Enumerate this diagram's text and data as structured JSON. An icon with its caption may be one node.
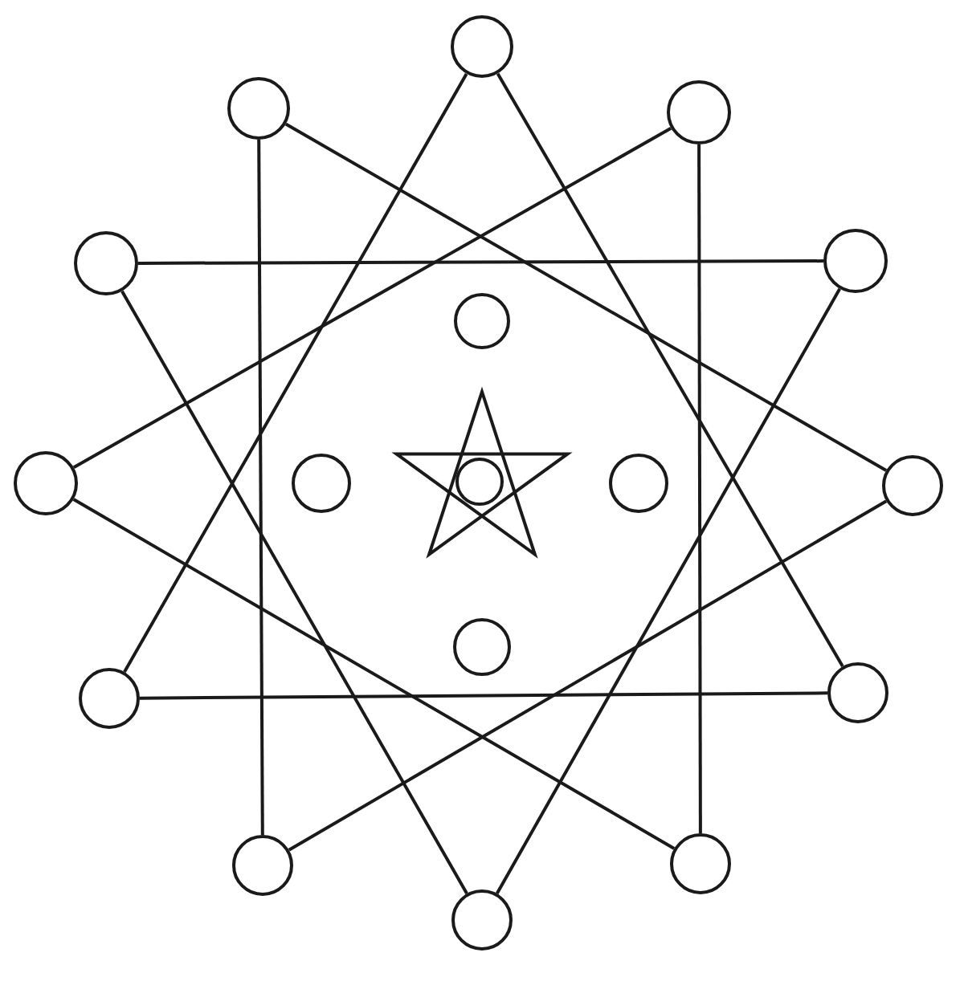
{
  "diagram": {
    "nodes": [
      {
        "text": [],
        "shape": "circle"
      },
      {
        "text": [],
        "shape": "circle"
      },
      {
        "text": [],
        "shape": "circle"
      },
      {
        "text": [],
        "shape": "circle"
      },
      {
        "text": [],
        "shape": "circle"
      },
      {
        "text": [],
        "shape": "circle"
      },
      {
        "text": [],
        "shape": "circle"
      },
      {
        "text": [],
        "shape": "circle"
      },
      {
        "text": [],
        "shape": "star"
      },
      {
        "text": [],
        "shape": "circle",
        "in": 8
      },
      {
        "text": [],
        "shape": "circle"
      },
      {
        "text": [],
        "shape": "circle"
      },
      {
        "text": [],
        "shape": "circle"
      },
      {
        "text": [],
        "shape": "circle"
      },
      {
        "text": [],
        "shape": "circle"
      },
      {
        "text": [],
        "shape": "circle"
      },
      {
        "text": [],
        "shape": "circle"
      },
      {
        "text": [],
        "shape": "circle"
      }
    ],
    "edges": [
      {
        "from": 0,
        "to": 14,
        "arrow": "none"
      },
      {
        "from": 14,
        "to": 13,
        "arrow": "none"
      },
      {
        "from": 13,
        "to": 0,
        "arrow": "none"
      },
      {
        "from": 4,
        "to": 17,
        "arrow": "none"
      },
      {
        "from": 17,
        "to": 3,
        "arrow": "none"
      },
      {
        "from": 3,
        "to": 4,
        "arrow": "none"
      },
      {
        "from": 2,
        "to": 16,
        "arrow": "none"
      },
      {
        "from": 16,
        "to": 6,
        "arrow": "none"
      },
      {
        "from": 6,
        "to": 2,
        "arrow": "none"
      },
      {
        "from": 11,
        "to": 15,
        "arrow": "none"
      },
      {
        "from": 15,
        "to": 1,
        "arrow": "none"
      },
      {
        "from": 1,
        "to": 11,
        "arrow": "none"
      }
    ]
  }
}
